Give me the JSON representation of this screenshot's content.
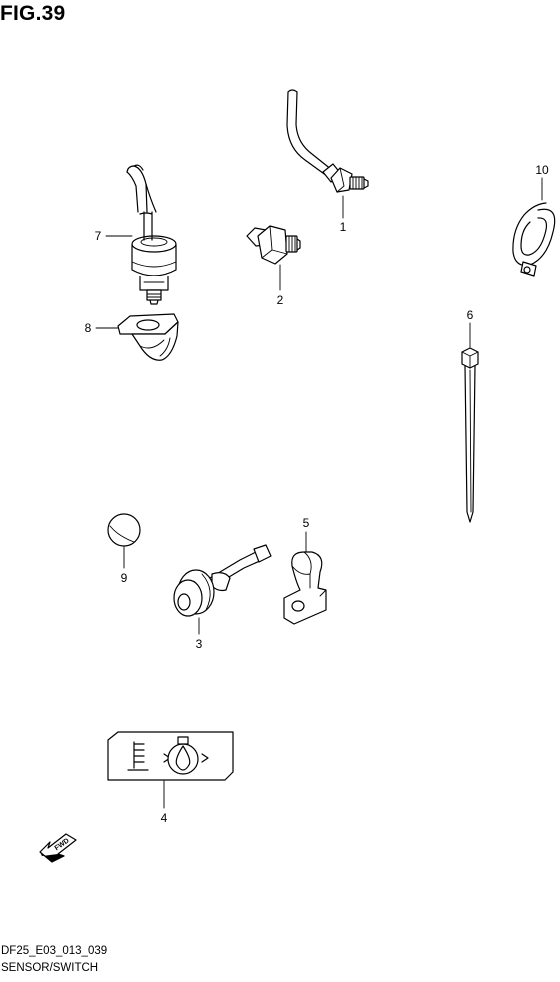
{
  "figure": {
    "title": "FIG.39",
    "code": "DF25_E03_013_039",
    "caption": "SENSOR/SWITCH",
    "direction_label": "FWD"
  },
  "parts": [
    {
      "ref": "1",
      "icon": "sensor-with-lead-icon"
    },
    {
      "ref": "2",
      "icon": "threaded-switch-icon"
    },
    {
      "ref": "3",
      "icon": "grommet-switch-icon"
    },
    {
      "ref": "4",
      "icon": "warning-label-icon"
    },
    {
      "ref": "5",
      "icon": "clamp-icon"
    },
    {
      "ref": "6",
      "icon": "cable-tie-icon"
    },
    {
      "ref": "7",
      "icon": "pressure-switch-icon"
    },
    {
      "ref": "8",
      "icon": "bracket-icon"
    },
    {
      "ref": "9",
      "icon": "cap-icon"
    },
    {
      "ref": "10",
      "icon": "wire-clip-icon"
    }
  ]
}
